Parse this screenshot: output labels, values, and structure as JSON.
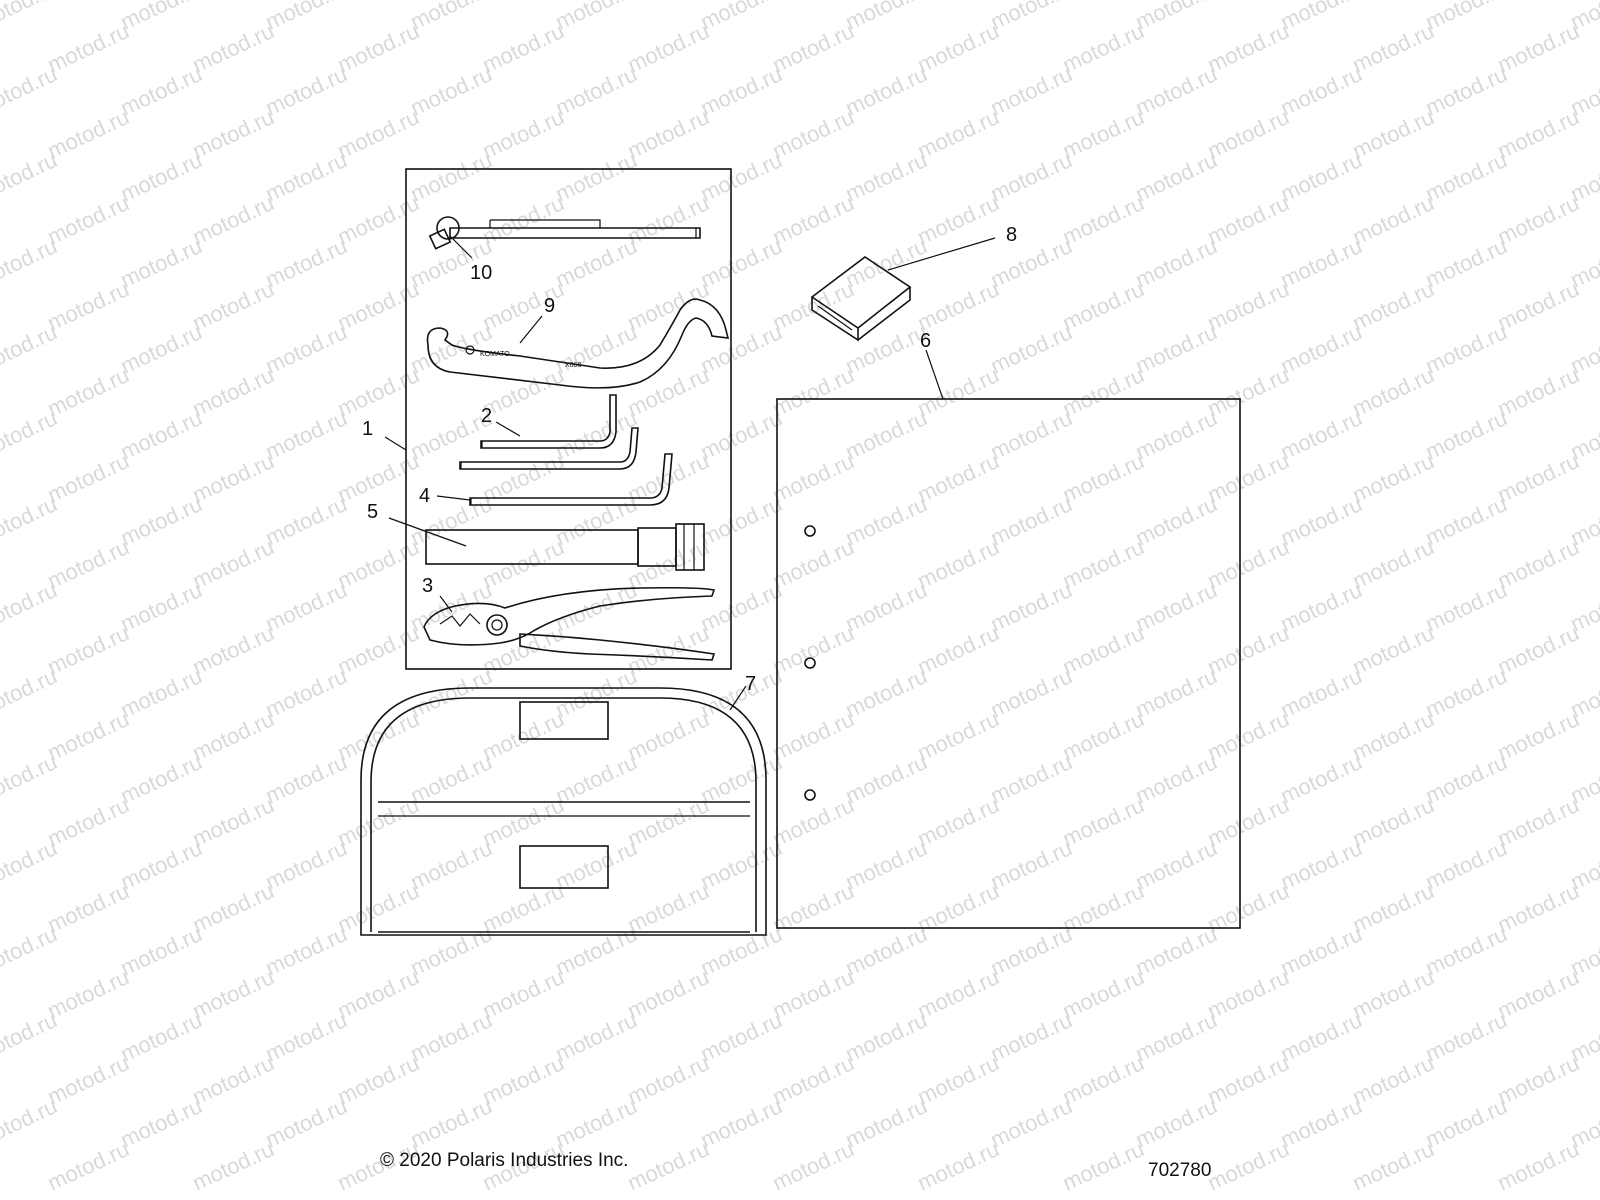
{
  "watermark": {
    "text": "motod.ru"
  },
  "callouts": [
    "1",
    "2",
    "3",
    "4",
    "5",
    "6",
    "7",
    "8",
    "9",
    "10"
  ],
  "footer": {
    "copyright": "© 2020 Polaris Industries Inc.",
    "figure_number": "702780"
  }
}
